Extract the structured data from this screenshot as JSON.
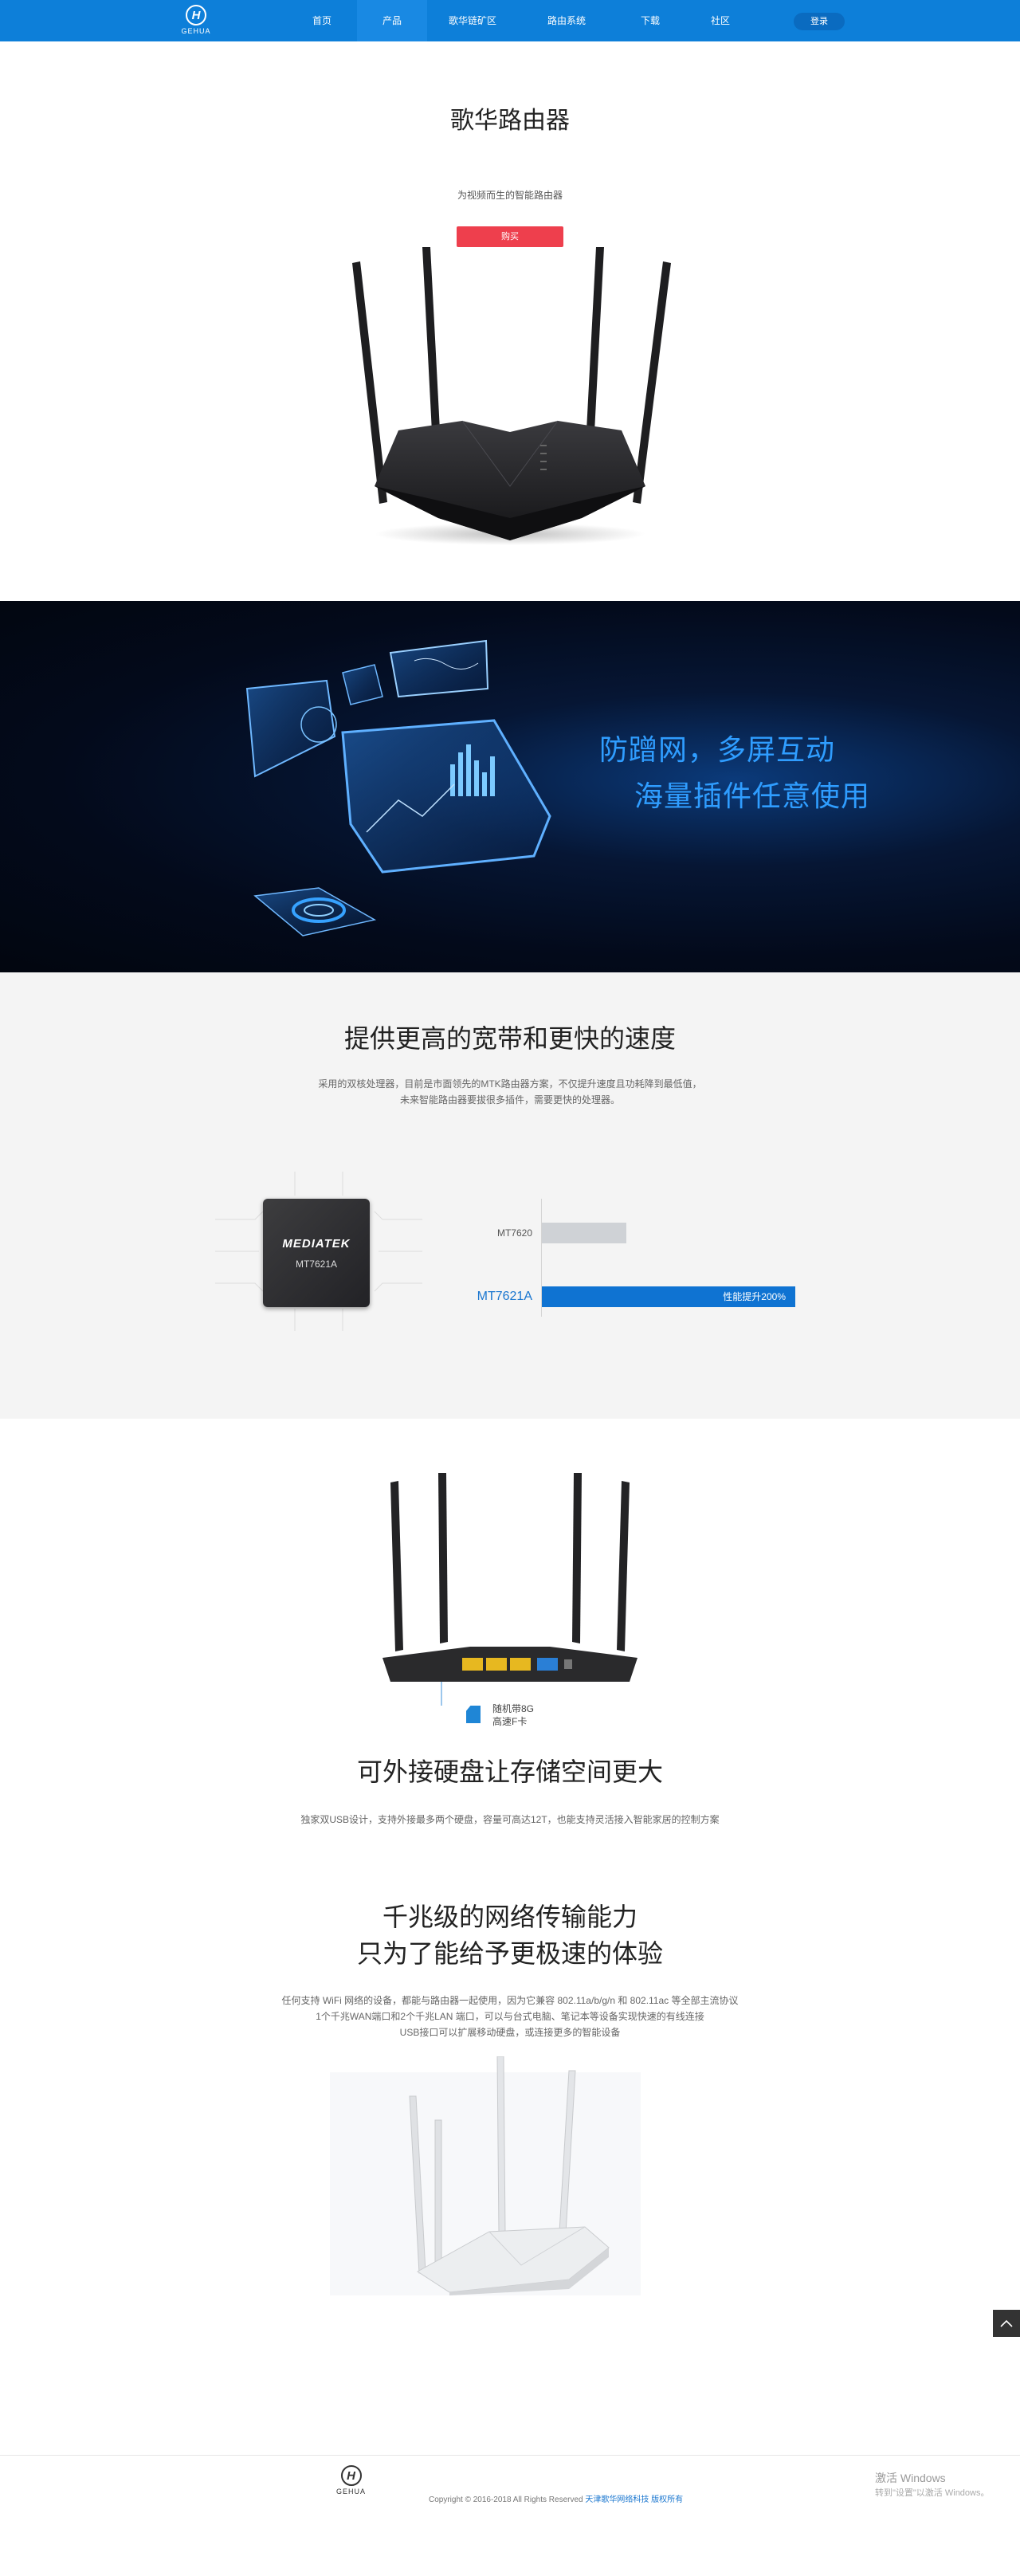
{
  "nav": {
    "logo_text": "GEHUA",
    "items": [
      {
        "label": "首页",
        "width": 88
      },
      {
        "label": "产品",
        "width": 88,
        "active": true
      },
      {
        "label": "歌华链矿区",
        "width": 114
      },
      {
        "label": "路由系统",
        "width": 122
      },
      {
        "label": "下载",
        "width": 88
      },
      {
        "label": "社区",
        "width": 88
      }
    ],
    "login": "登录"
  },
  "hero": {
    "title": "歌华路由器",
    "subtitle": "为视频而生的智能路由器",
    "buy": "购买"
  },
  "banner": {
    "line1": "防蹭网，多屏互动",
    "line2": "海量插件任意使用"
  },
  "speed": {
    "title": "提供更高的宽带和更快的速度",
    "desc1": "采用的双核处理器，目前是市面领先的MTK路由器方案，不仅提升速度且功耗降到最低值，",
    "desc2": "未来智能路由器要拔很多插件，需要更快的处理器。",
    "chip_brand": "MEDIATEK",
    "chip_model": "MT7621A"
  },
  "chart_data": {
    "type": "bar",
    "orientation": "horizontal",
    "categories": [
      "MT7620",
      "MT7621A"
    ],
    "values": [
      1,
      3
    ],
    "data_labels": [
      "",
      "性能提升200%"
    ],
    "colors": [
      "#cfd2d6",
      "#0f73d2"
    ]
  },
  "storage": {
    "sd_line1": "随机带8G",
    "sd_line2": "高速F卡",
    "title": "可外接硬盘让存储空间更大",
    "desc": "独家双USB设计，支持外接最多两个硬盘，容量可高达12T，也能支持灵活接入智能家居的控制方案"
  },
  "giga": {
    "title1": "千兆级的网络传输能力",
    "title2": "只为了能给予更极速的体验",
    "desc1": "任何支持 WiFi 网络的设备，都能与路由器一起使用，因为它兼容 802.11a/b/g/n 和 802.11ac 等全部主流协议",
    "desc2": "1个千兆WAN端口和2个千兆LAN 端口，可以与台式电脑、笔记本等设备实现快速的有线连接",
    "desc3": "USB接口可以扩展移动硬盘，或连接更多的智能设备"
  },
  "footer": {
    "logo_text": "GEHUA",
    "copyright": "Copyright © 2016-2018 All Rights Reserved ",
    "company": "天津歌华网络科技 版权所有",
    "win1": "激活 Windows",
    "win2": "转到\"设置\"以激活 Windows。"
  }
}
